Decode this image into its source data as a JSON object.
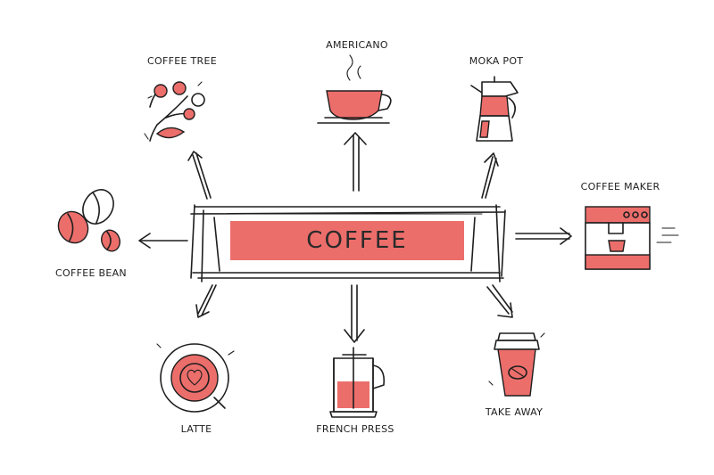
{
  "center": {
    "title": "COFFEE"
  },
  "nodes": {
    "coffee_tree": "COFFEE TREE",
    "americano": "AMERICANO",
    "moka_pot": "MOKA POT",
    "coffee_maker": "COFFEE MAKER",
    "coffee_bean": "COFFEE BEAN",
    "latte": "LATTE",
    "french_press": "FRENCH PRESS",
    "take_away": "TAKE AWAY"
  },
  "colors": {
    "accent": "#ec6e6b",
    "ink": "#1e1e1e",
    "background": "#ffffff"
  },
  "icons": [
    "coffee-tree-icon",
    "americano-cup-icon",
    "moka-pot-icon",
    "coffee-maker-icon",
    "coffee-bean-icon",
    "latte-icon",
    "french-press-icon",
    "take-away-cup-icon"
  ]
}
